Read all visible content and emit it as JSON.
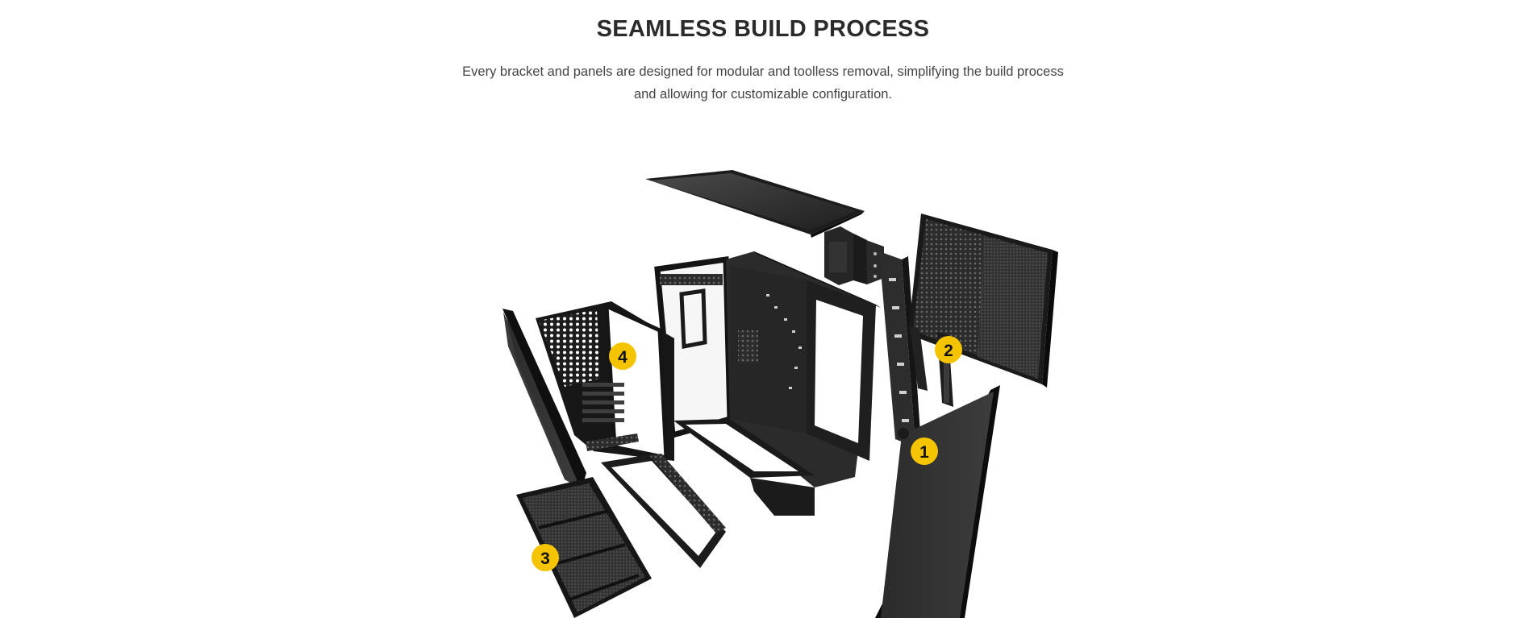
{
  "header": {
    "title": "SEAMLESS BUILD PROCESS",
    "description": "Every bracket and panels are designed for modular and toolless removal, simplifying the build process and allowing for customizable configuration."
  },
  "figure": {
    "callouts": [
      "1",
      "2",
      "3",
      "4"
    ],
    "colors": {
      "panel": "#2a2a2a",
      "panel_edge": "#111111",
      "mesh": "#3a3a3a",
      "callout_fill": "#f5c400",
      "callout_text": "#111111"
    }
  }
}
